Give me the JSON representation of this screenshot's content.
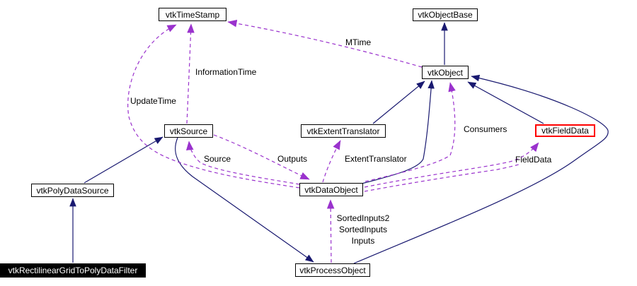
{
  "diagram": {
    "kind": "collaboration-graph",
    "colors": {
      "background": "#ffffff",
      "inheritance_edge": "#191970",
      "usage_edge": "#9a32cd",
      "node_border": "#000000",
      "node_text": "#000000",
      "highlighted_node_border": "#ff0000",
      "subject_node_background": "#000000",
      "subject_node_text": "#ffffff"
    },
    "nodes": {
      "vtkTimeStamp": {
        "label": "vtkTimeStamp"
      },
      "vtkObjectBase": {
        "label": "vtkObjectBase"
      },
      "vtkObject": {
        "label": "vtkObject"
      },
      "vtkSource": {
        "label": "vtkSource"
      },
      "vtkExtentTranslator": {
        "label": "vtkExtentTranslator"
      },
      "vtkFieldData": {
        "label": "vtkFieldData"
      },
      "vtkPolyDataSource": {
        "label": "vtkPolyDataSource"
      },
      "vtkDataObject": {
        "label": "vtkDataObject"
      },
      "vtkProcessObject": {
        "label": "vtkProcessObject"
      },
      "vtkRectilinearGridToPolyDataFilter": {
        "label": "vtkRectilinearGridToPolyDataFilter"
      }
    },
    "edge_labels": {
      "mtime": "MTime",
      "information_time": "InformationTime",
      "update_time": "UpdateTime",
      "source": "Source",
      "outputs": "Outputs",
      "extent_translator": "ExtentTranslator",
      "consumers": "Consumers",
      "field_data": "FieldData",
      "sorted_inputs2": "SortedInputs2",
      "sorted_inputs": "SortedInputs",
      "inputs": "Inputs"
    }
  }
}
